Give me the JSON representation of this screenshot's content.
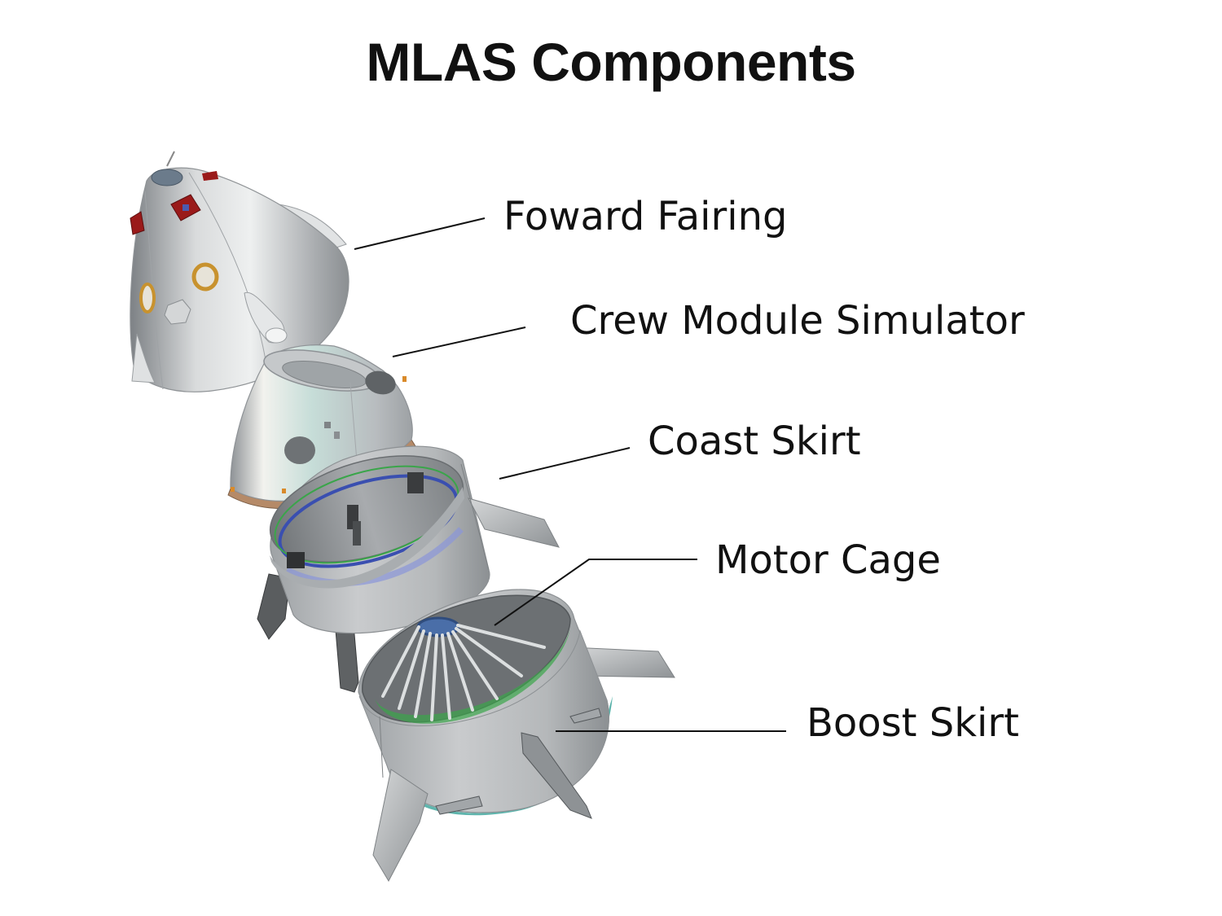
{
  "title": "MLAS Components",
  "components": [
    {
      "id": "forward-fairing",
      "label": "Foward Fairing"
    },
    {
      "id": "crew-module-simulator",
      "label": "Crew Module Simulator"
    },
    {
      "id": "coast-skirt",
      "label": "Coast Skirt"
    },
    {
      "id": "motor-cage",
      "label": "Motor Cage"
    },
    {
      "id": "boost-skirt",
      "label": "Boost Skirt"
    }
  ],
  "colors": {
    "hull": "#b9bcbe",
    "hull_dark": "#7e8285",
    "accent_red": "#9a1a1a",
    "accent_gold": "#c8922e",
    "ring_blue": "#3a4fb0",
    "ring_green": "#3aa54a",
    "base_teal": "#5fb5ad"
  }
}
